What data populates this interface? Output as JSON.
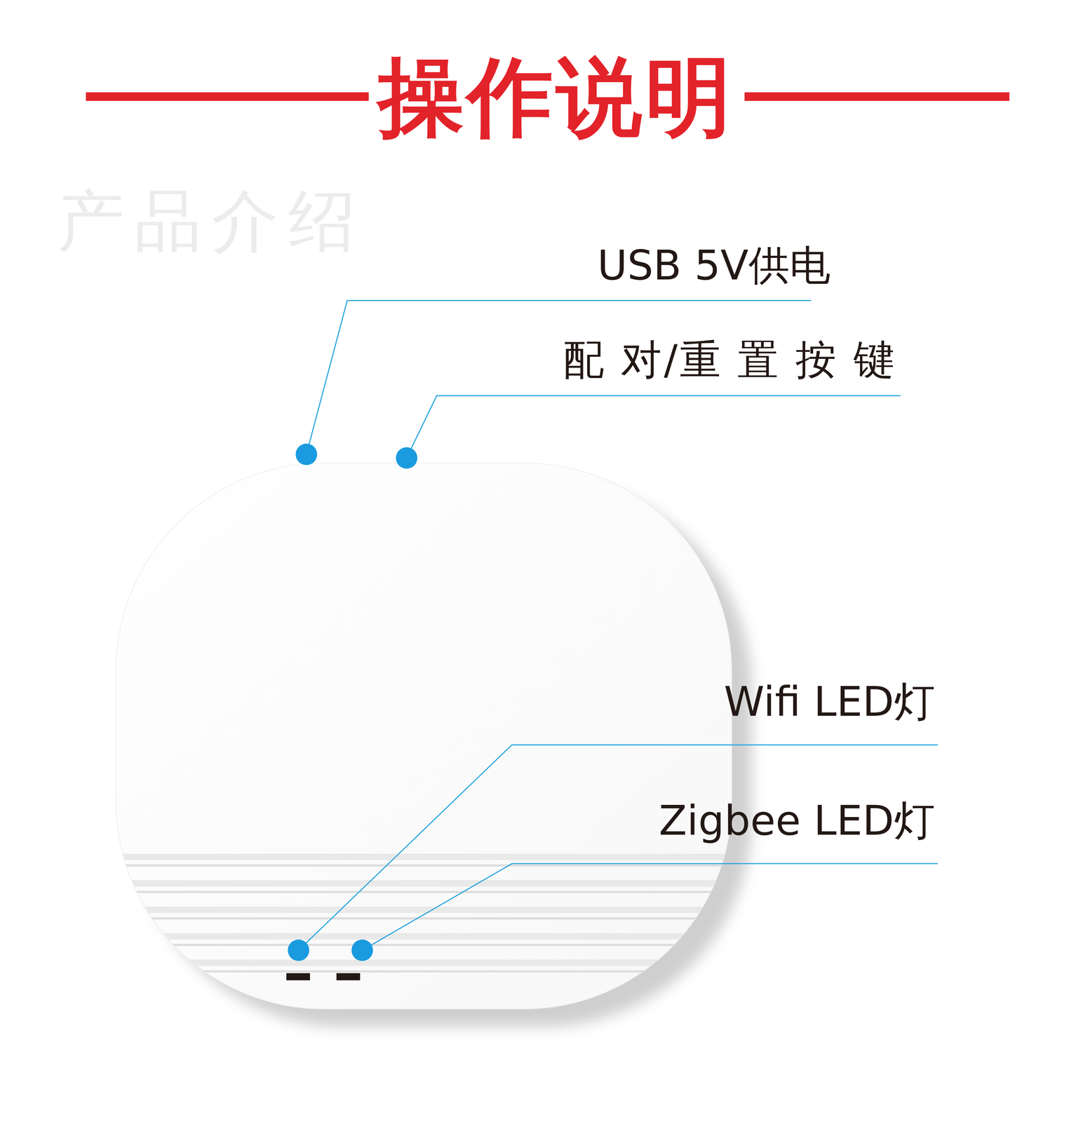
{
  "diagram": {
    "title": "操作说明",
    "labels": [
      "产品介绍",
      "USB 5V供电",
      "配 对/重 置 按 键",
      "Wifi LED灯",
      "Zigbee LED灯"
    ]
  }
}
